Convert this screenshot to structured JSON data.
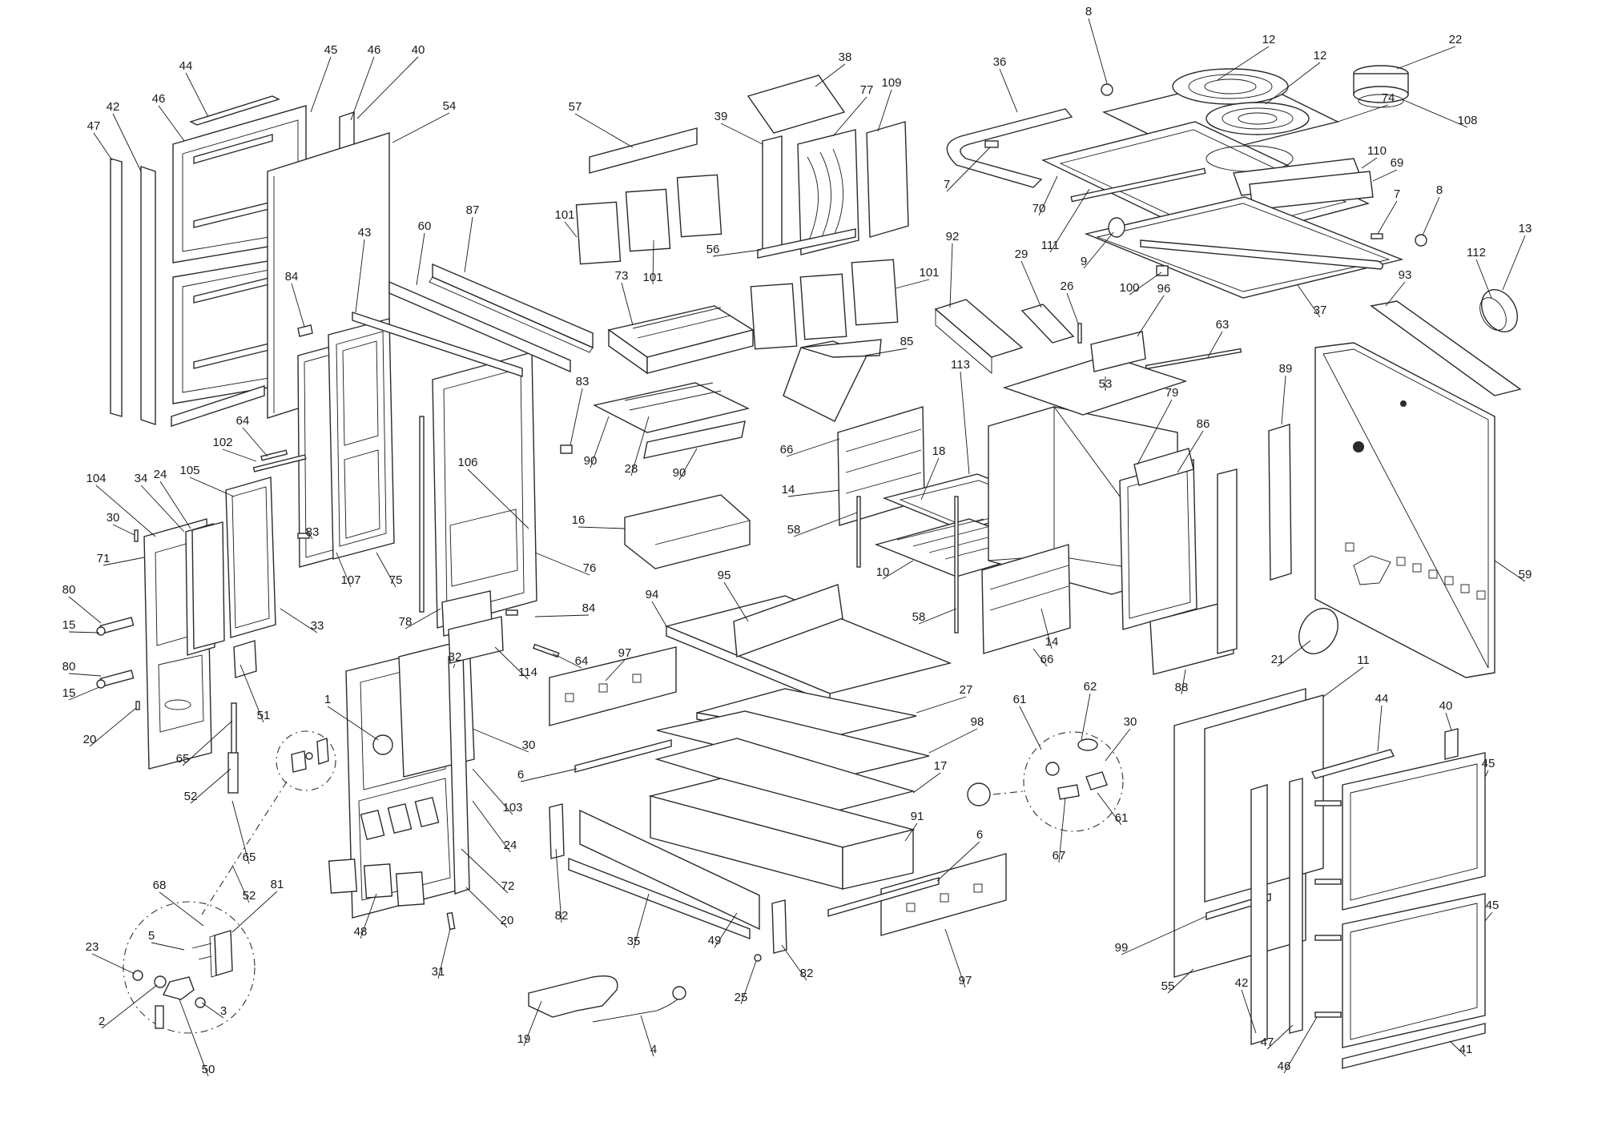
{
  "diagram": {
    "kind": "exploded parts view",
    "labels": [
      "1",
      "2",
      "3",
      "4",
      "5",
      "6",
      "7",
      "8",
      "9",
      "10",
      "11",
      "12",
      "13",
      "14",
      "15",
      "16",
      "17",
      "18",
      "19",
      "20",
      "21",
      "22",
      "23",
      "24",
      "25",
      "26",
      "27",
      "28",
      "29",
      "30",
      "31",
      "32",
      "33",
      "34",
      "35",
      "36",
      "37",
      "38",
      "39",
      "40",
      "41",
      "42",
      "43",
      "44",
      "45",
      "46",
      "47",
      "48",
      "49",
      "50",
      "51",
      "52",
      "53",
      "54",
      "55",
      "56",
      "57",
      "58",
      "59",
      "60",
      "61",
      "62",
      "63",
      "64",
      "65",
      "66",
      "67",
      "68",
      "69",
      "70",
      "71",
      "72",
      "73",
      "74",
      "75",
      "76",
      "77",
      "78",
      "79",
      "80",
      "81",
      "82",
      "83",
      "84",
      "85",
      "86",
      "87",
      "88",
      "89",
      "90",
      "91",
      "92",
      "93",
      "94",
      "95",
      "96",
      "97",
      "98",
      "99",
      "100",
      "101",
      "102",
      "103",
      "104",
      "105",
      "106",
      "107",
      "108",
      "109",
      "110",
      "111",
      "112",
      "113",
      "114"
    ]
  }
}
